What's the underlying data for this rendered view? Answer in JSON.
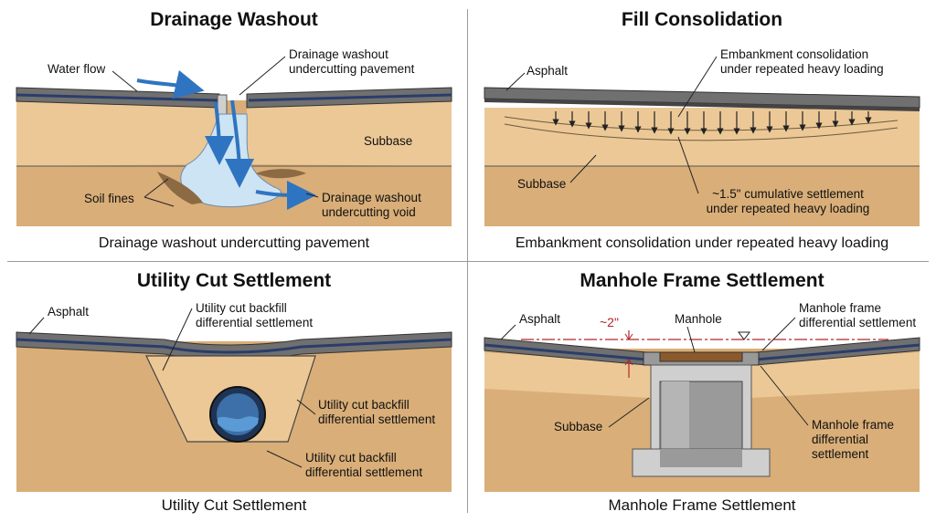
{
  "panels": [
    {
      "title": "Drainage Washout",
      "caption": "Drainage washout undercutting pavement",
      "labels": {
        "water_flow": "Water flow",
        "washout_top_1": "Drainage washout",
        "washout_top_2": "undercutting pavement",
        "subbase": "Subbase",
        "soil_fines": "Soil fines",
        "void_1": "Drainage washout",
        "void_2": "undercutting void"
      }
    },
    {
      "title": "Fill Consolidation",
      "caption": "Embankment consolidation under repeated heavy loading",
      "labels": {
        "asphalt": "Asphalt",
        "embank_1": "Embankment consolidation",
        "embank_2": "under repeated heavy loading",
        "subbase": "Subbase",
        "settle_1": "~1.5\" cumulative settlement",
        "settle_2": "under repeated heavy loading"
      }
    },
    {
      "title": "Utility Cut Settlement",
      "caption": "Utility Cut Settlement",
      "labels": {
        "asphalt": "Asphalt",
        "backfill_top_1": "Utility cut backfill",
        "backfill_top_2": "differential settlement",
        "backfill_mid_1": "Utility cut backfill",
        "backfill_mid_2": "differential settlement",
        "backfill_bot_1": "Utility cut backfill",
        "backfill_bot_2": "differential settlement"
      }
    },
    {
      "title": "Manhole Frame Settlement",
      "caption": "Manhole Frame Settlement",
      "labels": {
        "asphalt": "Asphalt",
        "two_inch": "~2\"",
        "manhole": "Manhole",
        "frame_top_1": "Manhole frame",
        "frame_top_2": "differential settlement",
        "subbase": "Subbase",
        "frame_mid_1": "Manhole frame",
        "frame_mid_2": "differential",
        "frame_mid_3": "settlement"
      }
    }
  ],
  "colors": {
    "soil": "#d9ae78",
    "subbase": "#ecc896",
    "asphalt": "#707070",
    "membrane": "#2a3d6a",
    "water": "#3f86c8",
    "concrete": "#cfcfcf",
    "red_line": "#b0262a"
  }
}
